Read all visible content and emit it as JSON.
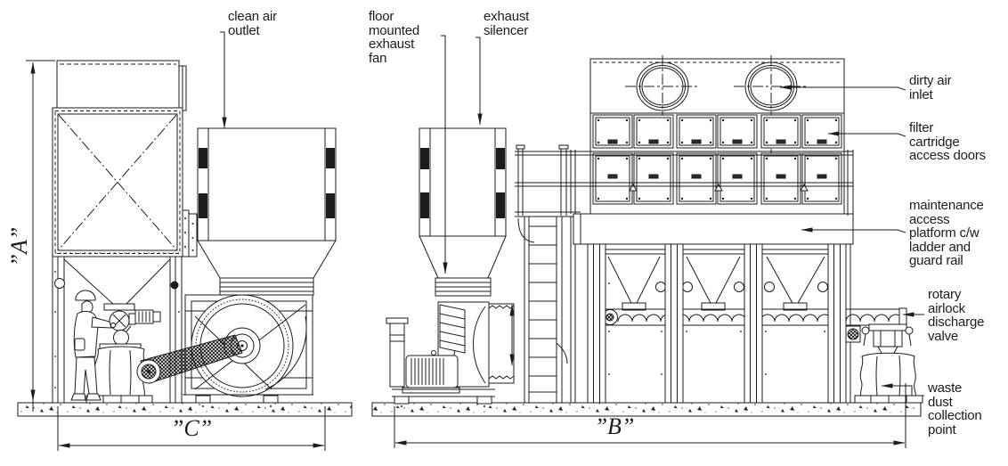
{
  "colors": {
    "ink": "#1c1c1c",
    "background": "#ffffff"
  },
  "labels": {
    "clean_air_outlet": "clean air\noutlet",
    "floor_mounted_exhaust_fan": "floor\nmounted\nexhaust\nfan",
    "exhaust_silencer": "exhaust\nsilencer",
    "dirty_air_inlet": "dirty air\ninlet",
    "filter_cartridge_access_doors": "filter\ncartridge\naccess doors",
    "maintenance_access_platform": "maintenance\naccess\nplatform c/w\nladder and\nguard rail",
    "rotary_airlock_discharge_valve": "rotary\nairlock\ndischarge\nvalve",
    "waste_dust_collection_point": "waste\ndust\ncollection\npoint"
  },
  "dimensions": {
    "height": "”A”",
    "width_left_view": "”C”",
    "width_right_view": "”B”"
  }
}
